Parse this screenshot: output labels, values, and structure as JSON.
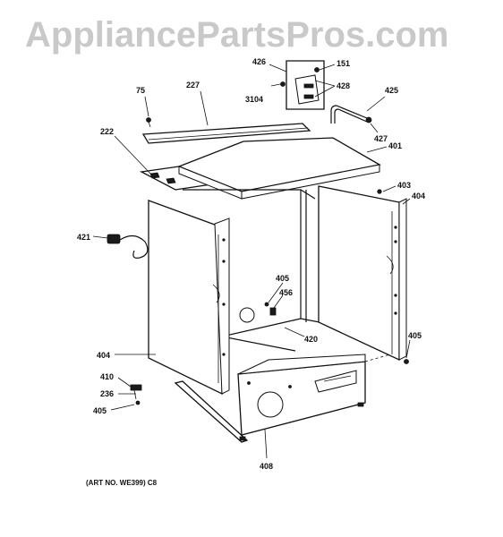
{
  "watermark": "AppliancePartsPros.com",
  "art_number": "(ART NO. WE399) C8",
  "callouts": {
    "c426": "426",
    "c151": "151",
    "c428": "428",
    "c3104": "3104",
    "c425": "425",
    "c75": "75",
    "c227": "227",
    "c427": "427",
    "c222": "222",
    "c401": "401",
    "c403": "403",
    "c404_right": "404",
    "c421": "421",
    "c405_mid": "405",
    "c456": "456",
    "c420": "420",
    "c405_right": "405",
    "c404_left": "404",
    "c410": "410",
    "c236": "236",
    "c405_left": "405",
    "c408": "408"
  }
}
